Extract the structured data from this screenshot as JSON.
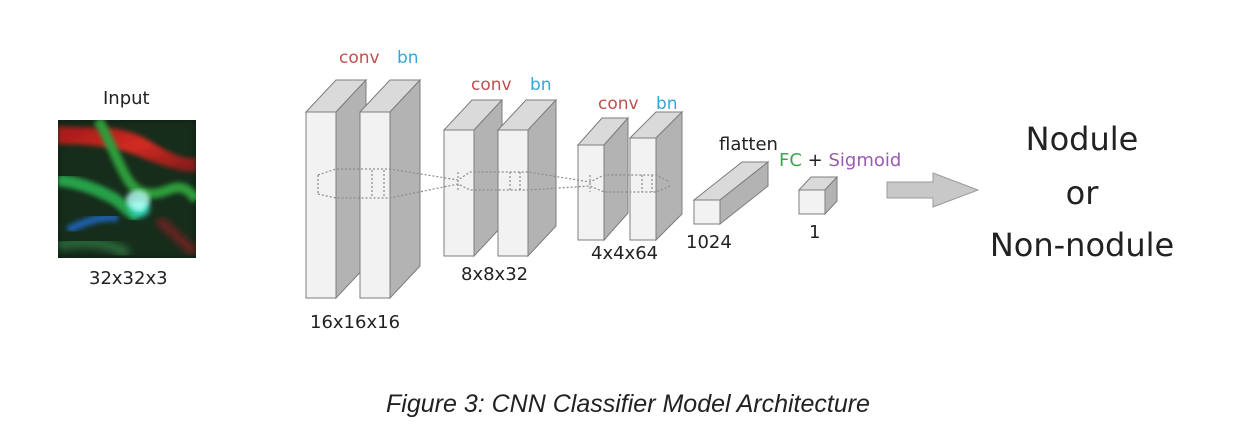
{
  "input": {
    "title": "Input",
    "size": "32x32x3"
  },
  "blocks": [
    {
      "conv": "conv",
      "bn": "bn",
      "size": "16x16x16"
    },
    {
      "conv": "conv",
      "bn": "bn",
      "size": "8x8x32"
    },
    {
      "conv": "conv",
      "bn": "bn",
      "size": "4x4x64"
    }
  ],
  "flatten": {
    "label": "flatten",
    "size": "1024"
  },
  "fc": {
    "fc": "FC",
    "plus": "+",
    "sigmoid": "Sigmoid",
    "size": "1"
  },
  "output": {
    "line1": "Nodule",
    "line2": "or",
    "line3": "Non-nodule"
  },
  "caption": "Figure 3: CNN Classifier Model Architecture",
  "colors": {
    "conv": "#c0504d",
    "bn": "#31a8d8",
    "fc": "#3aa84a",
    "sigmoid": "#9b59b6",
    "box_front": "#f2f2f2",
    "box_side": "#b3b3b3",
    "box_top": "#dadada",
    "arrow": "#c8c8c8"
  }
}
